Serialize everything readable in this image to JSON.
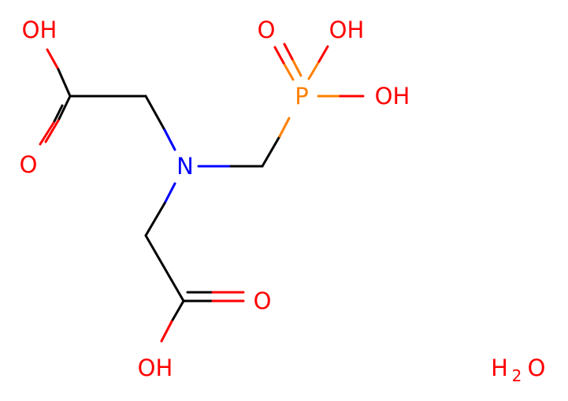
{
  "colors": {
    "carbon_bond": "#000000",
    "oxygen": "#ff0000",
    "nitrogen": "#0000ff",
    "phosphorus": "#ff8000"
  },
  "labels": {
    "oh_top_left": "OH",
    "o_top_left": "O",
    "n_center": "N",
    "p_center": "P",
    "o_on_p": "O",
    "oh_p_top": "OH",
    "oh_p_right": "OH",
    "o_bottom": "O",
    "oh_bottom": "OH",
    "water_h": "H",
    "water_sub": "2",
    "water_o": "O"
  }
}
